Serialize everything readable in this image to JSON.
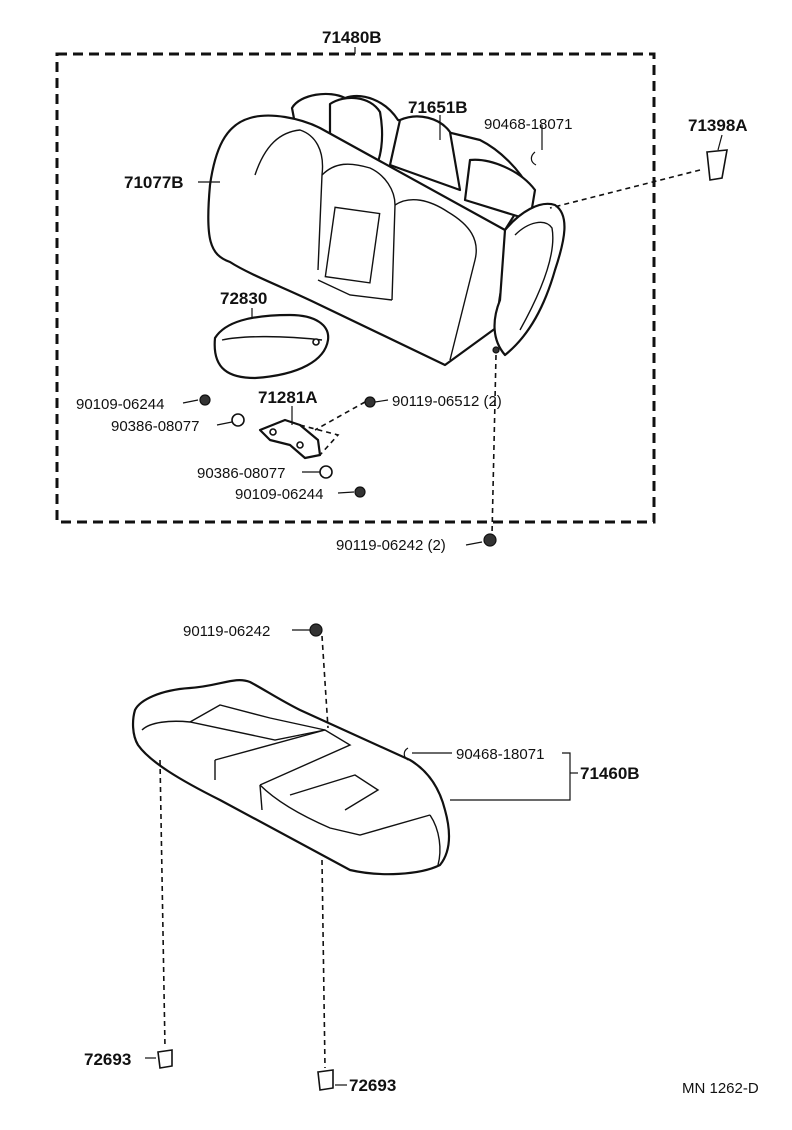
{
  "labels": {
    "seatback_assy": "71480B",
    "seatback_cover": "71651B",
    "hog_ring_upper": "90468-18071",
    "clip_upper": "71398A",
    "seatback_pad": "71077B",
    "armrest": "72830",
    "hinge_bracket": "71281A",
    "bolt_a1": "90109-06244",
    "nut_a1": "90386-08077",
    "bolt_b_qty": "90119-06512  (2)",
    "nut_a2": "90386-08077",
    "bolt_a2": "90109-06244",
    "bolt_c_qty": "90119-06242  (2)",
    "bolt_cushion": "90119-06242",
    "hog_ring_lower": "90468-18071",
    "cushion_assy": "71460B",
    "hook_left": "72693",
    "hook_right": "72693",
    "diagram_code": "MN  1262-D"
  }
}
